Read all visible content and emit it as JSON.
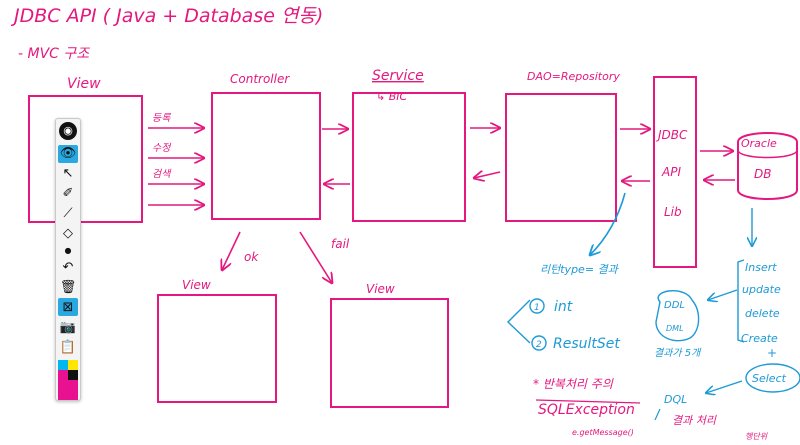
{
  "header": {
    "title": "JDBC API ( Java + Database 연동)",
    "subtitle": "- MVC 구조"
  },
  "labels": {
    "view": "View",
    "controller": "Controller",
    "service": "Service",
    "service_note": "↳ BIC",
    "dao": "DAO=Repository",
    "jdbc": "JDBC",
    "api": "API",
    "lib": "Lib",
    "oracle": "Oracle",
    "db": "DB",
    "reg": "등록",
    "edit": "수정",
    "search": "검색",
    "ok": "ok",
    "fail": "fail",
    "view_ok": "View",
    "view_fail": "View",
    "insert": "Insert",
    "update": "update",
    "delete": "delete",
    "create": "Create",
    "plus": "+",
    "select": "Select",
    "ddl": "DDL",
    "dml": "DML",
    "result_count": "결과가 5개",
    "return_type": "리턴type= 결과",
    "opt1": "int",
    "opt2": "ResultSet",
    "caution": "* 반복처리 주의",
    "exception": "SQLException",
    "getmsg": "e.getMessage()",
    "dql": "DQL",
    "result_handle": "결과 처리",
    "hang": "행단위"
  },
  "toolbar": {
    "tools": [
      {
        "name": "pen-handle-icon",
        "glyph": "◉"
      },
      {
        "name": "eye-icon",
        "glyph": "👁"
      },
      {
        "name": "pointer-icon",
        "glyph": "↖"
      },
      {
        "name": "highlighter-icon",
        "glyph": "✐"
      },
      {
        "name": "line-pen-icon",
        "glyph": "⟋"
      },
      {
        "name": "eraser-icon",
        "glyph": "◇"
      },
      {
        "name": "dot-size-icon",
        "glyph": "●"
      },
      {
        "name": "undo-icon",
        "glyph": "↶"
      },
      {
        "name": "trash-icon",
        "glyph": "🗑"
      },
      {
        "name": "clear-icon",
        "glyph": "⊠"
      },
      {
        "name": "camera-icon",
        "glyph": "📷"
      },
      {
        "name": "clipboard-icon",
        "glyph": "📋"
      }
    ],
    "colors": {
      "cyan": "#00b7f0",
      "yellow": "#ffe600",
      "magenta": "#e8118f",
      "black": "#111111"
    }
  },
  "colors": {
    "ink_pink": "#e4187f",
    "ink_blue": "#1e9ad6"
  }
}
